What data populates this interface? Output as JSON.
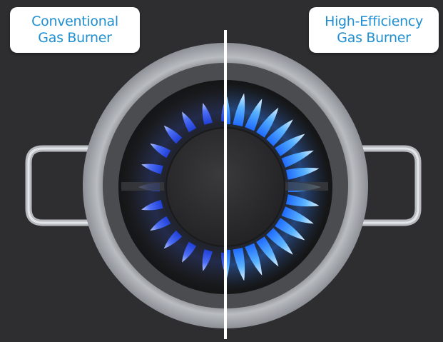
{
  "labels": {
    "left": {
      "line1": "Conventional",
      "line2": "Gas Burner"
    },
    "right": {
      "line1": "High-Efficiency",
      "line2": "Gas Burner"
    }
  },
  "burners": {
    "conventional": {
      "flame_count": 24,
      "flame_color": "#3a6cf0"
    },
    "high_efficiency": {
      "flame_count": 32,
      "flame_color": "#4aa6ff"
    }
  },
  "colors": {
    "background": "#2e2e31",
    "label_text": "#1f8fd1",
    "label_bg": "#ffffff",
    "divider": "#ffffff",
    "pot_rim": "#a9acb1",
    "burner_center": "#2a2a2a"
  }
}
